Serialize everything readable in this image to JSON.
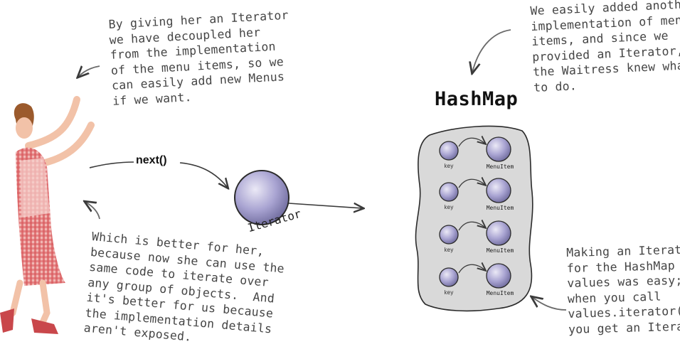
{
  "notes": {
    "top": "By giving her an Iterator\nwe have decoupled her\nfrom the implementation\nof the menu items, so we\ncan easily add new Menus\nif we want.",
    "right": "We easily added another\nimplementation of menu\nitems, and since we\nprovided an Iterator,\nthe Waitress knew what\nto do.",
    "bottom": "Which is better for her,\nbecause now she can use the\nsame code to iterate over\nany group of objects.  And\nit's better for us because\nthe implementation details\naren't exposed.",
    "bottom_right": "Making an Iterator\nfor the HashMap\nvalues was easy;\nwhen you call\nvalues.iterator()\nyou get an Iterator."
  },
  "hashmap": {
    "title": "HashMap",
    "rows": [
      {
        "key": "key",
        "value": "MenuItem"
      },
      {
        "key": "key",
        "value": "MenuItem"
      },
      {
        "key": "key",
        "value": "MenuItem"
      },
      {
        "key": "key",
        "value": "MenuItem"
      }
    ]
  },
  "call": "next()",
  "iterator_label": "Iterator",
  "colors": {
    "sphere": "#a9a4d2",
    "blob": "#d9d9d9",
    "dress": "#d9585c",
    "text": "#454545"
  }
}
